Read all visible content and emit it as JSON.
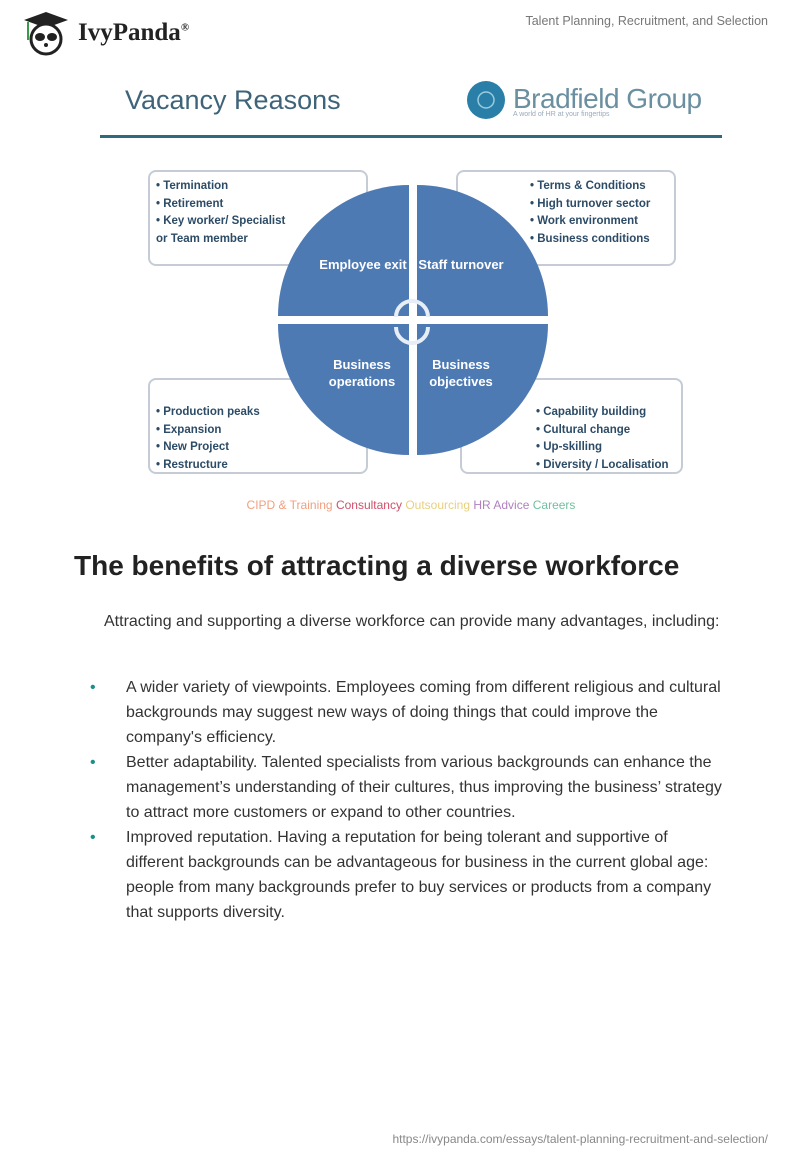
{
  "header": {
    "logo_text": "IvyPanda",
    "logo_reg": "®",
    "doc_title": "Talent Planning, Recruitment, and Selection"
  },
  "figure": {
    "title": "Vacancy Reasons",
    "brand_name": "Bradfield Group",
    "brand_tagline": "A world of HR at your fingertips",
    "quadrants": [
      {
        "label": "Employee exit",
        "items": [
          "Termination",
          "Retirement",
          "Key worker/ Specialist or Team member"
        ]
      },
      {
        "label": "Staff turnover",
        "items": [
          "Terms & Conditions",
          "High turnover sector",
          "Work environment",
          "Business conditions"
        ]
      },
      {
        "label": "Business operations",
        "items": [
          "Production peaks",
          "Expansion",
          "New Project",
          "Restructure"
        ]
      },
      {
        "label": "Business objectives",
        "items": [
          "Capability building",
          "Cultural change",
          "Up-skilling",
          "Diversity / Localisation"
        ]
      }
    ],
    "services": [
      {
        "label": "CIPD & Training",
        "color": "#f0a080"
      },
      {
        "label": "Consultancy",
        "color": "#d0506a"
      },
      {
        "label": "Outsourcing",
        "color": "#f0d890"
      },
      {
        "label": "HR Advice",
        "color": "#b080c0"
      },
      {
        "label": "Careers",
        "color": "#70c0a0"
      }
    ]
  },
  "article": {
    "heading": "The benefits of attracting a diverse workforce",
    "intro": "Attracting and supporting a diverse workforce can provide many advantages, including:",
    "bullets": [
      "A wider variety of viewpoints. Employees coming from different religious and cultural backgrounds may suggest new ways of doing things that could improve the company's efficiency.",
      "Better adaptability. Talented specialists from various backgrounds can enhance the management’s understanding of their cultures, thus improving the business’ strategy to attract more customers or expand to other countries.",
      "Improved reputation. Having a reputation for being tolerant and supportive of different backgrounds can be advantageous for business in the current global age: people from many backgrounds prefer to buy services or products from a company that supports diversity."
    ]
  },
  "footer": {
    "url": "https://ivypanda.com/essays/talent-planning-recruitment-and-selection/"
  }
}
